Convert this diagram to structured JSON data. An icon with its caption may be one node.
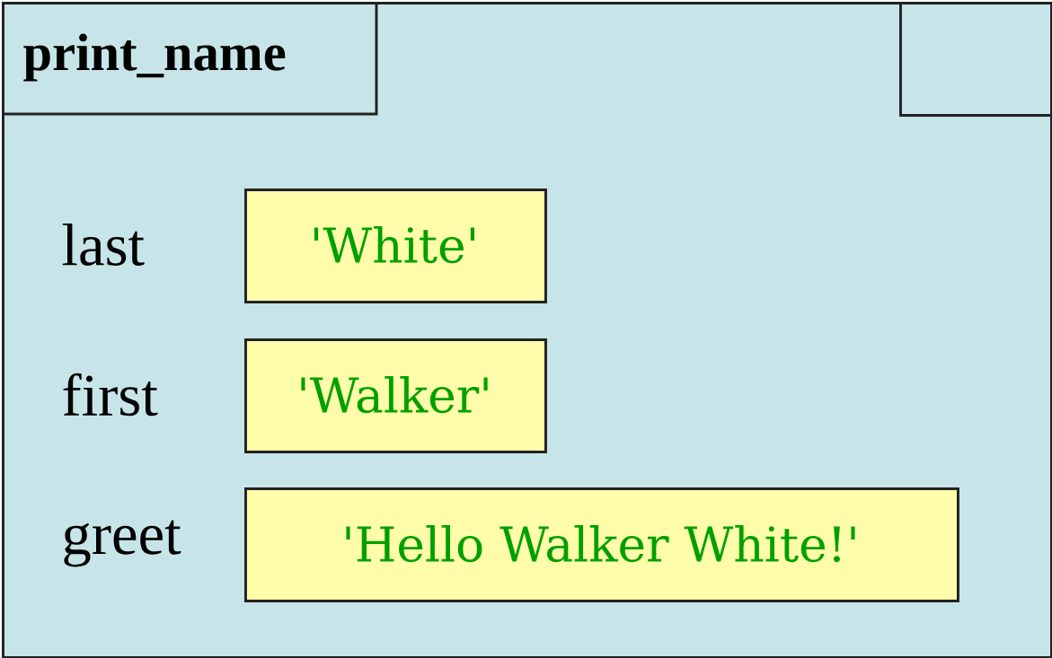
{
  "diagram": {
    "nodes": [
      {
        "text": [
          "print_name"
        ]
      },
      {
        "text": [],
        "shape": "box",
        "in": 0
      },
      {
        "text": [
          "'White'"
        ],
        "in": 0,
        "beside": [
          "last"
        ]
      },
      {
        "text": [
          "'Walker'"
        ],
        "in": 0,
        "beside": [
          "first"
        ]
      },
      {
        "text": [
          "'Hello Walker White!'"
        ],
        "in": 0,
        "beside": [
          "greet"
        ]
      }
    ]
  }
}
